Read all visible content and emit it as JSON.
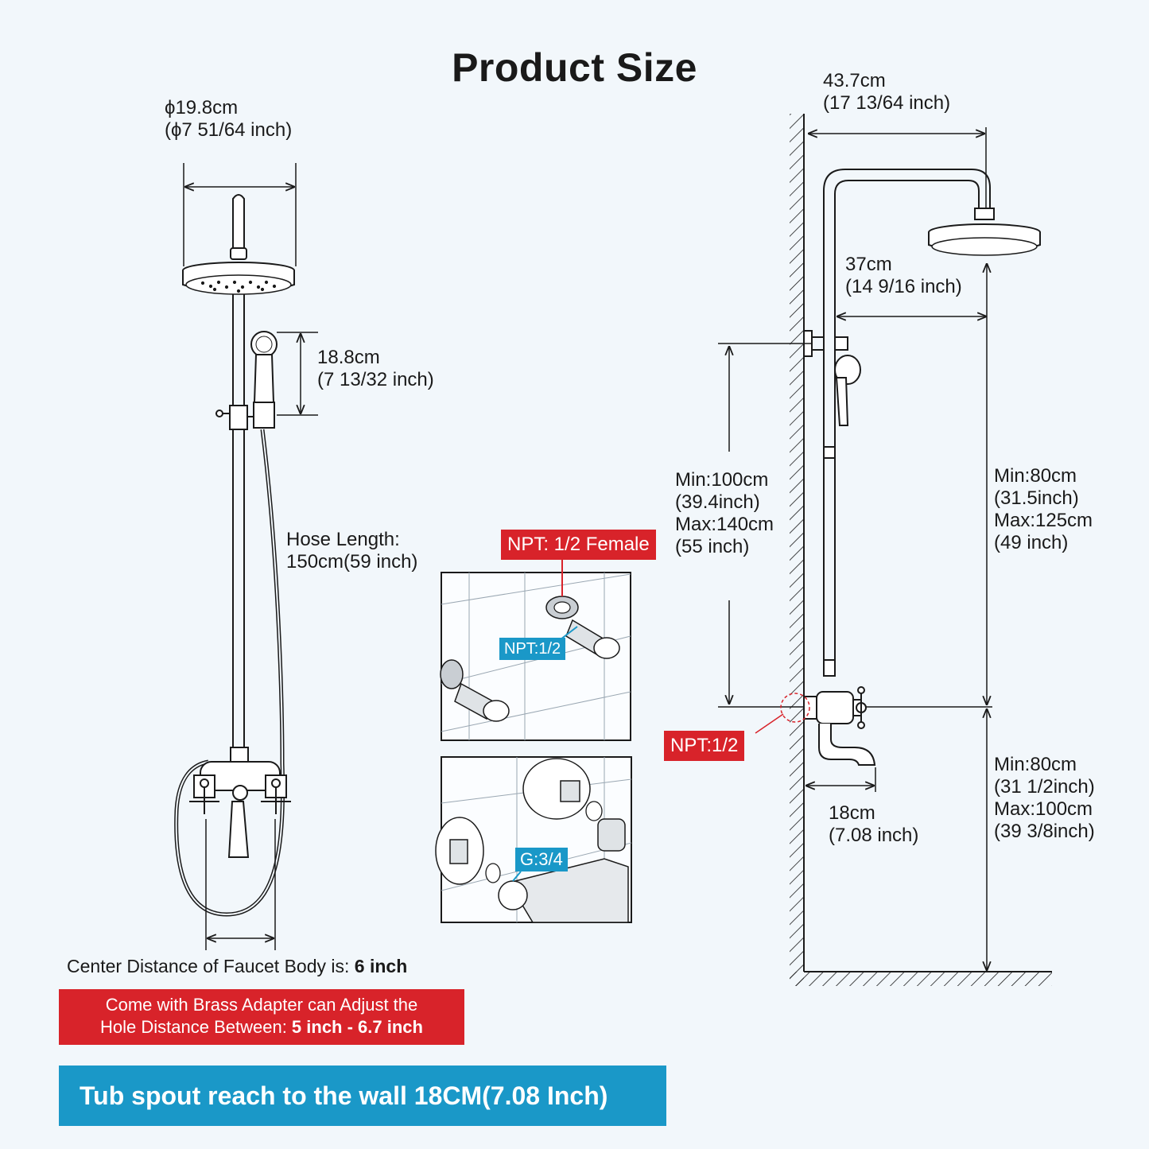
{
  "title": "Product Size",
  "labels": {
    "head_diameter": "ϕ19.8cm\n(ϕ7 51/64 inch)",
    "handheld_height": "18.8cm\n(7 13/32 inch)",
    "hose_length": "Hose Length:\n150cm(59 inch)",
    "arm_reach": "43.7cm\n(17 13/64 inch)",
    "head_offset": "37cm\n(14 9/16 inch)",
    "bar_height": "Min:100cm\n(39.4inch)\nMax:140cm\n(55 inch)",
    "head_to_valve": "Min:80cm\n(31.5inch)\nMax:125cm\n(49 inch)",
    "valve_to_floor": "Min:80cm\n(31 1/2inch)\nMax:100cm\n(39 3/8inch)",
    "spout_reach": "18cm\n(7.08 inch)"
  },
  "tags": {
    "npt_female": "NPT: 1/2 Female",
    "npt_half_small": "NPT:1/2",
    "g_three_quarter": "G:3/4",
    "npt_wall": "NPT:1/2"
  },
  "note": {
    "prefix": "Center Distance of Faucet Body is: ",
    "value": "6 inch"
  },
  "adapter_box": {
    "line1": "Come with Brass Adapter can Adjust the",
    "line2_prefix": "Hole Distance Between: ",
    "line2_value": "5 inch - 6.7 inch"
  },
  "banner": "Tub spout reach to the wall 18CM(7.08 Inch)",
  "colors": {
    "red": "#d8232a",
    "blue": "#1a98c8",
    "line": "#1a1a1a",
    "background": "#f2f7fb"
  }
}
